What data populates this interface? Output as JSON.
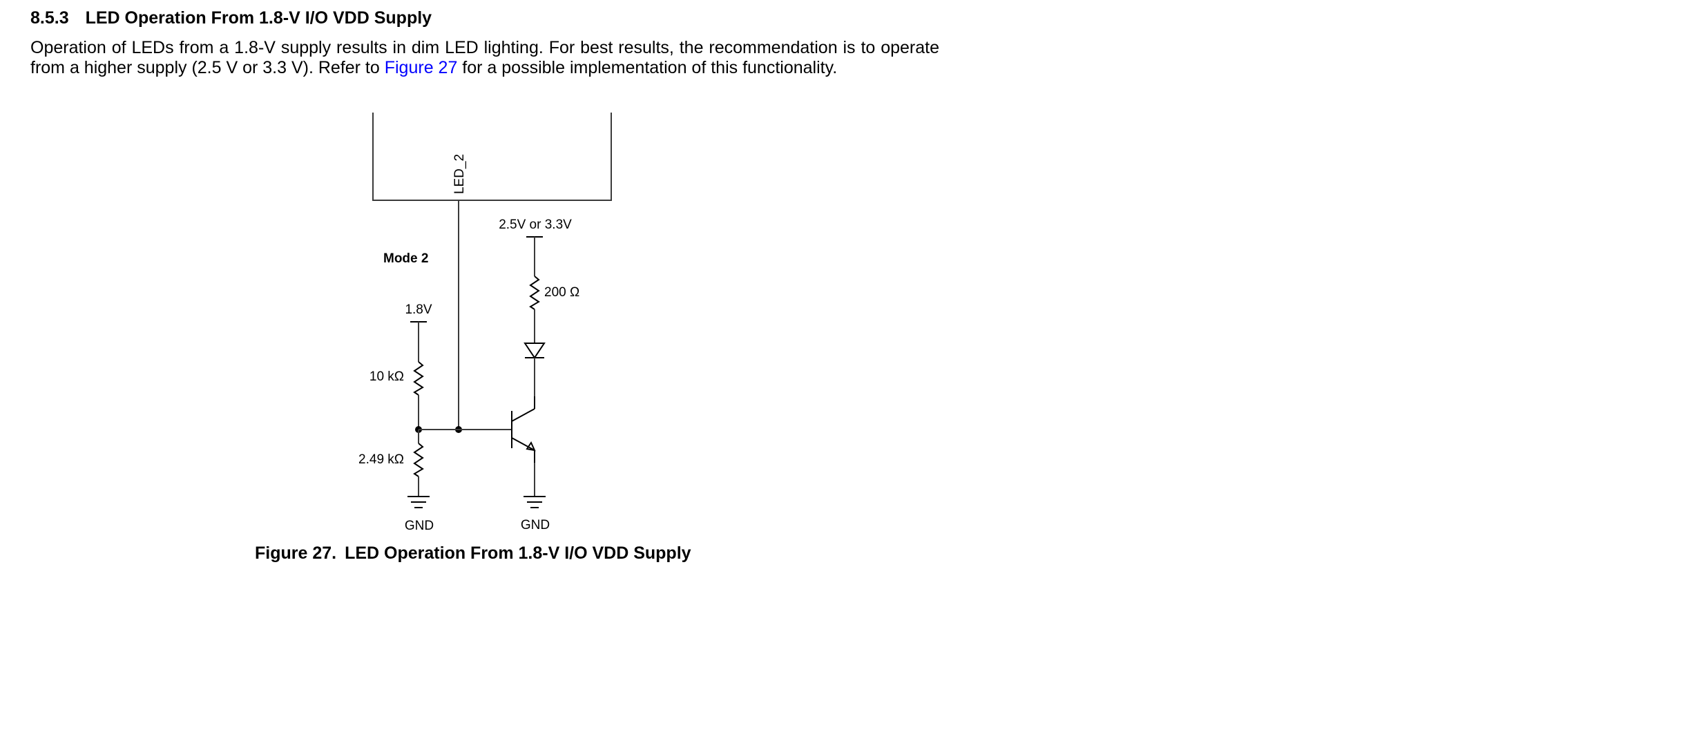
{
  "section": {
    "number": "8.5.3",
    "title": "LED Operation From 1.8-V I/O VDD Supply"
  },
  "paragraph": {
    "text_before": "Operation of LEDs from a 1.8-V supply results in dim LED lighting. For best results, the recommendation is to operate from a higher supply (2.5 V or 3.3 V). Refer to ",
    "link_text": "Figure 27",
    "text_after": " for a possible implementation of this functionality."
  },
  "schematic": {
    "pin_label": "LED_2",
    "mode_label": "Mode 2",
    "supply_left": "1.8V",
    "supply_right": "2.5V or 3.3V",
    "r_pullup": "10 kΩ",
    "r_pulldown": "2.49 kΩ",
    "r_led": "200 Ω",
    "gnd_left": "GND",
    "gnd_right": "GND"
  },
  "figure": {
    "number": "Figure 27.",
    "title": "LED Operation From 1.8-V I/O VDD Supply"
  }
}
